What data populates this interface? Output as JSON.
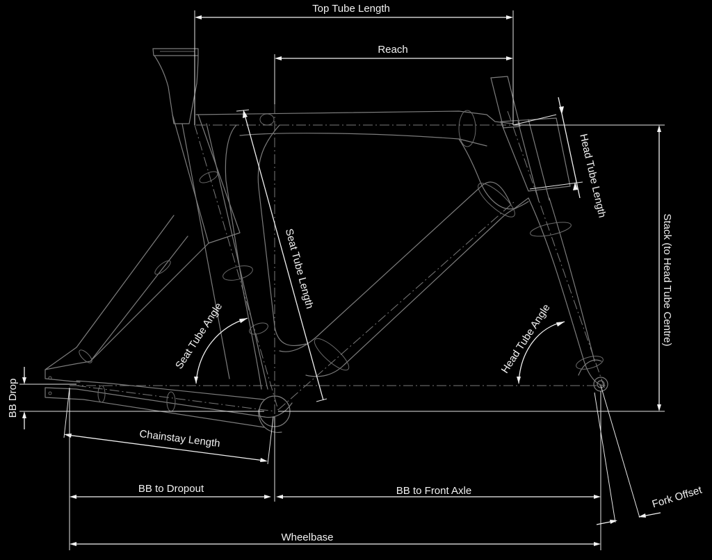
{
  "diagram": {
    "labels": {
      "top_tube_length": "Top Tube Length",
      "reach": "Reach",
      "head_tube_length": "Head Tube Length",
      "stack": "Stack (to Head Tube Centre)",
      "seat_tube_length": "Seat Tube Length",
      "seat_tube_angle": "Seat Tube Angle",
      "head_tube_angle": "Head Tube Angle",
      "bb_drop": "BB Drop",
      "chainstay_length": "Chainstay Length",
      "bb_to_dropout": "BB to Dropout",
      "bb_to_front_axle": "BB to Front Axle",
      "fork_offset": "Fork Offset",
      "wheelbase": "Wheelbase"
    },
    "colors": {
      "background": "#000000",
      "frame_outline": "#7d7d7d",
      "dimension_lines": "#f2f2f2"
    }
  }
}
